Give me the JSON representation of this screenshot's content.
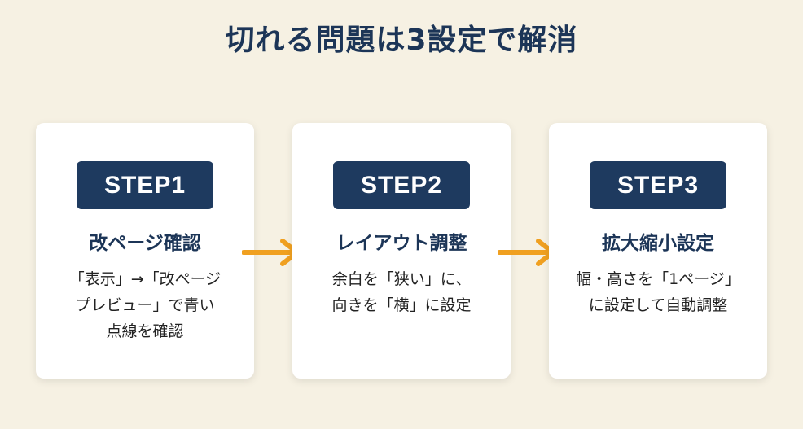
{
  "title": "切れる問題は3設定で解消",
  "accent_color": "#f0a020",
  "badge_color": "#1e3a5f",
  "steps": [
    {
      "badge": "STEP1",
      "title": "改ページ確認",
      "desc": [
        "「表示」→「改ページ",
        "プレビュー」で青い",
        "点線を確認"
      ]
    },
    {
      "badge": "STEP2",
      "title": "レイアウト調整",
      "desc": [
        "余白を「狭い」に、",
        "向きを「横」に設定"
      ]
    },
    {
      "badge": "STEP3",
      "title": "拡大縮小設定",
      "desc": [
        "幅・高さを「1ページ」",
        "に設定して自動調整"
      ]
    }
  ]
}
